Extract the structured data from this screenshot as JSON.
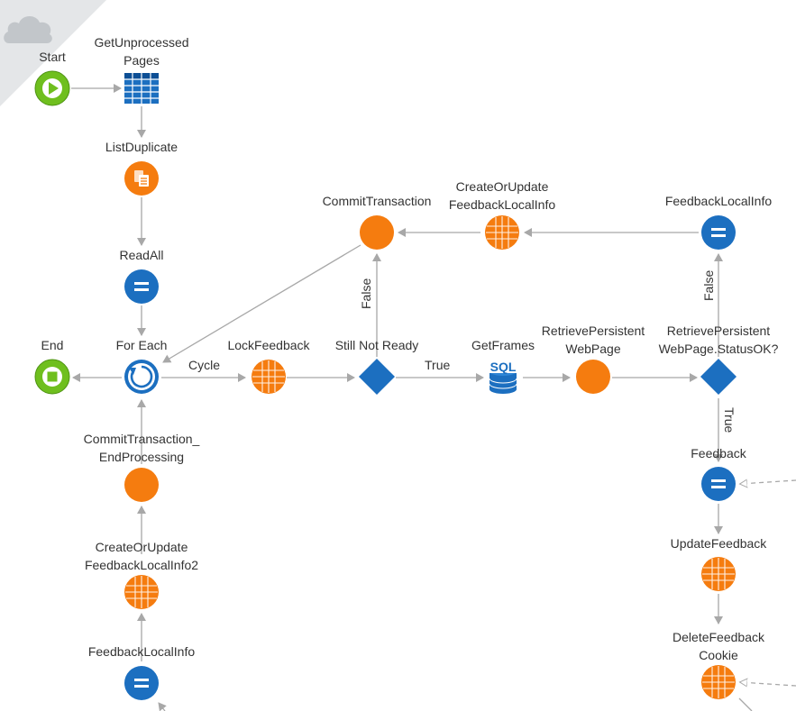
{
  "nodes": {
    "start": "Start",
    "get_unprocessed_pages": [
      "GetUnprocessed",
      "Pages"
    ],
    "list_duplicate": "ListDuplicate",
    "read_all": "ReadAll",
    "end": "End",
    "for_each": "For Each",
    "lock_feedback": "LockFeedback",
    "still_not_ready": "Still Not Ready",
    "get_frames": "GetFrames",
    "retrieve_persistent_webpage": [
      "RetrievePersistent",
      "WebPage"
    ],
    "status_ok": [
      "RetrievePersistent",
      "WebPage.StatusOK?"
    ],
    "commit_transaction": "CommitTransaction",
    "create_or_update_feedback_local_info": [
      "CreateOrUpdate",
      "FeedbackLocalInfo"
    ],
    "feedback_local_info_top": "FeedbackLocalInfo",
    "commit_transaction_end": [
      "CommitTransaction_",
      "EndProcessing"
    ],
    "create_or_update_feedback_local_info2": [
      "CreateOrUpdate",
      "FeedbackLocalInfo2"
    ],
    "feedback_local_info_bottom": "FeedbackLocalInfo",
    "feedback": "Feedback",
    "update_feedback": "UpdateFeedback",
    "delete_feedback_cookie": [
      "DeleteFeedback",
      "Cookie"
    ]
  },
  "edges": {
    "cycle": "Cycle",
    "true_getframes": "True",
    "false_commit": "False",
    "false_feedbacklocalinfo": "False",
    "true_feedback": "True"
  },
  "icons": {
    "start": "play-icon",
    "end": "stop-icon",
    "for_each": "loop-icon",
    "aggregate": "aggregate-table-icon",
    "list_duplicate": "list-duplicate-icon",
    "assign": "assign-equals-icon",
    "entity_action": "entity-action-grid-icon",
    "server_action": "server-action-icon",
    "if": "decision-diamond-icon",
    "sql": "sql-database-icon",
    "corner": "cloud-icon"
  },
  "colors": {
    "start_green": "#6fbf1e",
    "orange": "#f57c0f",
    "blue": "#1c6fc0",
    "connector": "#a8a8a8",
    "corner_bg": "#e4e6e8"
  }
}
